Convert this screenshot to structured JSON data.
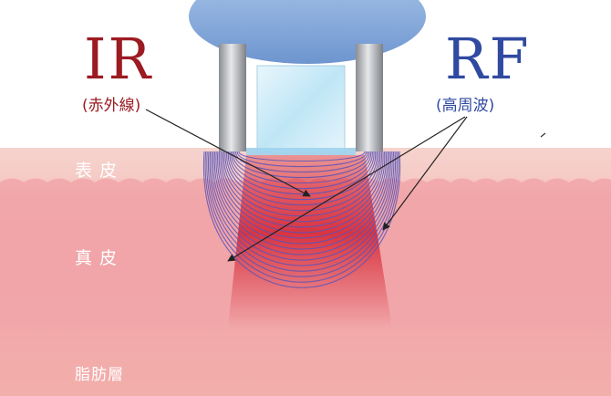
{
  "ir": {
    "title": "IR",
    "subtitle": "(赤外線)"
  },
  "rf": {
    "title": "RF",
    "subtitle": "(高周波)"
  },
  "layers": {
    "epidermis": "表皮",
    "dermis": "真皮",
    "fat": "脂肪層"
  },
  "colors": {
    "ir": "#9c1b22",
    "rf": "#2f4aa0",
    "epidermis": "#f6cfc9",
    "dermis": "#f0a2a6",
    "fat": "#f8d9b0",
    "field_lines": "#5a54b8",
    "ir_beam": "#d4202e"
  },
  "icons": [
    "applicator-head-icon",
    "electrode-icon",
    "light-window-icon"
  ]
}
